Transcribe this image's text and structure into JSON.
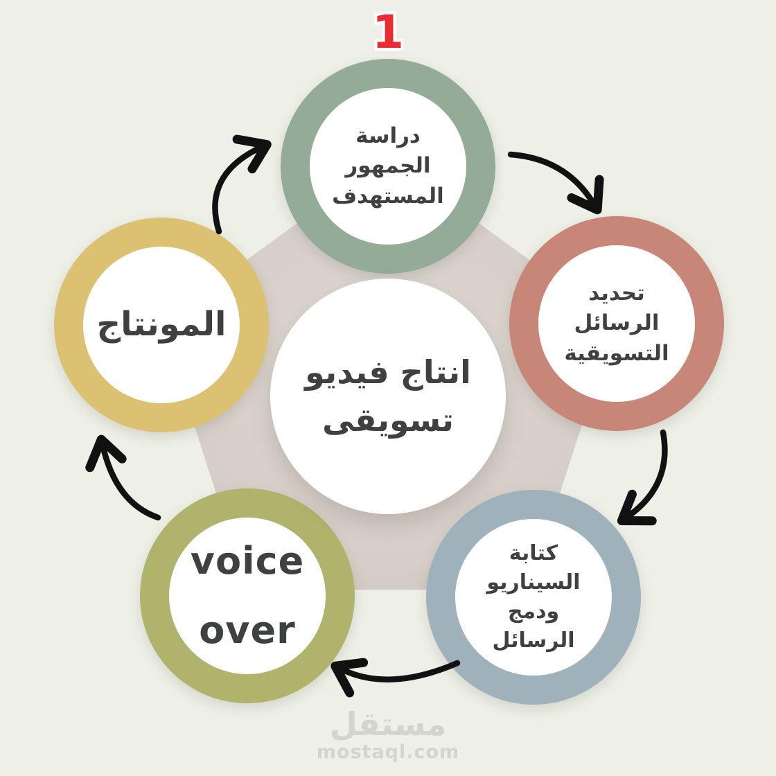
{
  "center": {
    "full": "انتاج فيديو تسويقى",
    "lines": [
      "انتاج فيديو",
      "تسويقى"
    ]
  },
  "badge": {
    "value": "1",
    "color": "#ed2b2e"
  },
  "steps": [
    {
      "name": "audience-research",
      "position": "top",
      "full": "دراسة الجمهور المستهدف",
      "lines": [
        "دراسة",
        "الجمهور",
        "المستهدف"
      ],
      "ring_color": "#93ab97"
    },
    {
      "name": "marketing-messages",
      "position": "right",
      "full": "تحديد الرسائل التسويقية",
      "lines": [
        "تحديد",
        "الرسائل",
        "التسويقية"
      ],
      "ring_color": "#c78678"
    },
    {
      "name": "script-writing",
      "position": "bottom-right",
      "full": "كتابة السيناريو ودمج الرسائل",
      "lines": [
        "كتابة",
        "السيناريو",
        "ودمج",
        "الرسائل"
      ],
      "ring_color": "#9fb1ba"
    },
    {
      "name": "voice-over",
      "position": "bottom-left",
      "full": "voice over",
      "lines": [
        "voice",
        "over"
      ],
      "ring_color": "#afb36c"
    },
    {
      "name": "editing-montage",
      "position": "left",
      "full": "المونتاج",
      "lines": [
        "المونتاج"
      ],
      "ring_color": "#dcc172"
    }
  ],
  "colors": {
    "background": "#eef0e7",
    "spokes": "#d6cfc8",
    "text": "#3e4041",
    "arrow": "#111111",
    "center_fill": "#ffffff",
    "badge_red": "#ed2b2e"
  },
  "watermark": {
    "logo": "مستقل",
    "site": "mostaql.com"
  }
}
